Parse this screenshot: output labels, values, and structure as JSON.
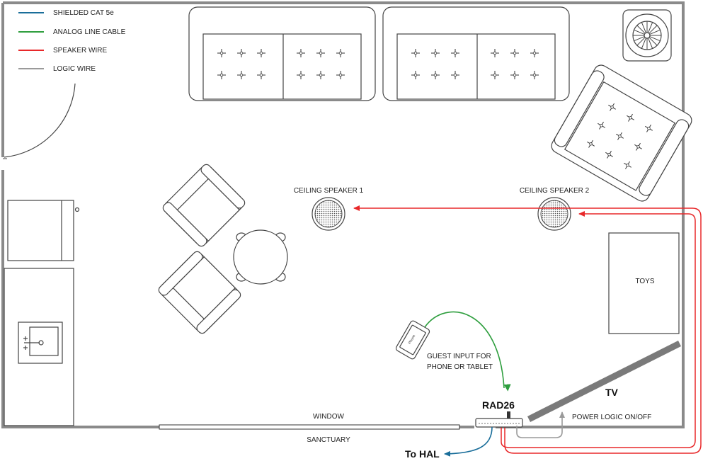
{
  "legend": [
    {
      "label": "SHIELDED CAT 5e",
      "color": "#1a6e9a"
    },
    {
      "label": "ANALOG LINE CABLE",
      "color": "#2e9e3e"
    },
    {
      "label": "SPEAKER WIRE",
      "color": "#e8282a"
    },
    {
      "label": "LOGIC WIRE",
      "color": "#9a9a9a"
    }
  ],
  "labels": {
    "speaker1": "CEILING SPEAKER 1",
    "speaker2": "CEILING SPEAKER 2",
    "toys": "TOYS",
    "guest_line1": "GUEST INPUT FOR",
    "guest_line2": "PHONE OR TABLET",
    "phone": "Phone",
    "rad": "RAD26",
    "tv": "TV",
    "power": "POWER LOGIC ON/OFF",
    "window": "WINDOW",
    "sanctuary": "SANCTUARY",
    "hal": "To HAL"
  },
  "colors": {
    "cat5": "#1a6e9a",
    "analog": "#2e9e3e",
    "speaker": "#e8282a",
    "logic": "#9a9a9a",
    "wall": "#8a8a8a",
    "tv": "#7a7a7a"
  }
}
